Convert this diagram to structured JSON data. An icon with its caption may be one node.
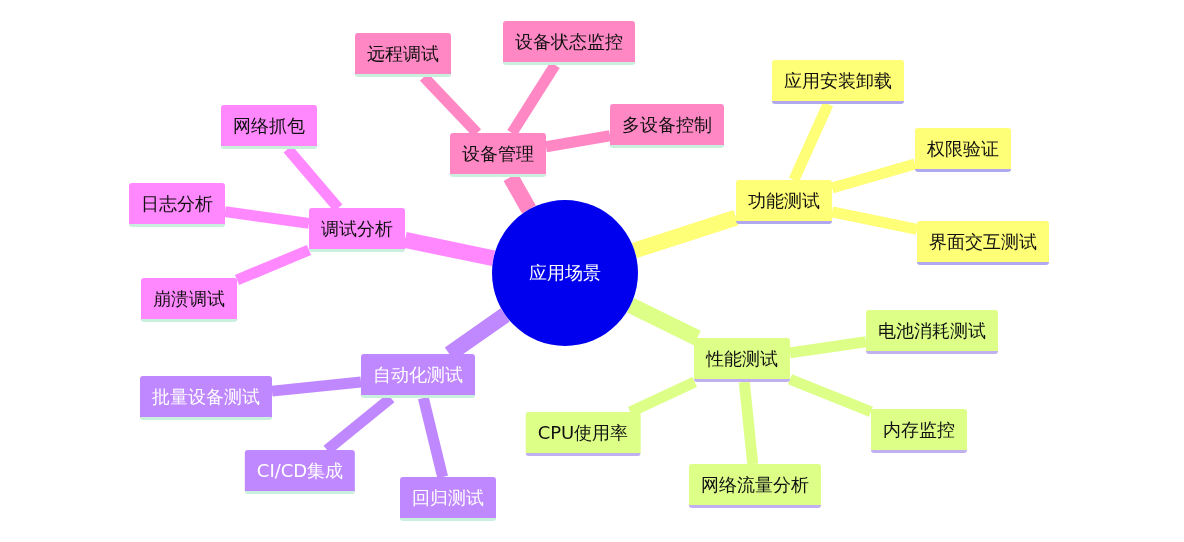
{
  "diagram": {
    "nodes": [
      {
        "text": [
          "应用场景"
        ]
      },
      {
        "text": [
          "设备管理"
        ]
      },
      {
        "text": [
          "远程调试"
        ]
      },
      {
        "text": [
          "设备状态监控"
        ]
      },
      {
        "text": [
          "多设备控制"
        ]
      },
      {
        "text": [
          "功能测试"
        ]
      },
      {
        "text": [
          "应用安装卸载"
        ]
      },
      {
        "text": [
          "权限验证"
        ]
      },
      {
        "text": [
          "界面交互测试"
        ]
      },
      {
        "text": [
          "性能测试"
        ]
      },
      {
        "text": [
          "电池消耗测试"
        ]
      },
      {
        "text": [
          "内存监控"
        ]
      },
      {
        "text": [
          "网络流量分析"
        ]
      },
      {
        "text": [
          "CPU使用率"
        ]
      },
      {
        "text": [
          "自动化测试"
        ]
      },
      {
        "text": [
          "批量设备测试"
        ]
      },
      {
        "text": [
          "CI/CD集成"
        ]
      },
      {
        "text": [
          "回归测试"
        ]
      },
      {
        "text": [
          "调试分析"
        ]
      },
      {
        "text": [
          "网络抓包"
        ]
      },
      {
        "text": [
          "日志分析"
        ]
      },
      {
        "text": [
          "崩溃调试"
        ]
      }
    ],
    "edges": [
      {
        "from": 0,
        "to": 1,
        "arrow": "none",
        "color": "#ff88c4"
      },
      {
        "from": 0,
        "to": 5,
        "arrow": "none",
        "color": "#ffff77"
      },
      {
        "from": 0,
        "to": 9,
        "arrow": "none",
        "color": "#ddff88"
      },
      {
        "from": 0,
        "to": 14,
        "arrow": "none",
        "color": "#c088ff"
      },
      {
        "from": 0,
        "to": 18,
        "arrow": "none",
        "color": "#ff88ff"
      },
      {
        "from": 1,
        "to": 2,
        "arrow": "none",
        "color": "#ff88c4"
      },
      {
        "from": 1,
        "to": 3,
        "arrow": "none",
        "color": "#ff88c4"
      },
      {
        "from": 1,
        "to": 4,
        "arrow": "none",
        "color": "#ff88c4"
      },
      {
        "from": 5,
        "to": 6,
        "arrow": "none",
        "color": "#ffff77"
      },
      {
        "from": 5,
        "to": 7,
        "arrow": "none",
        "color": "#ffff77"
      },
      {
        "from": 5,
        "to": 8,
        "arrow": "none",
        "color": "#ffff77"
      },
      {
        "from": 9,
        "to": 10,
        "arrow": "none",
        "color": "#ddff88"
      },
      {
        "from": 9,
        "to": 11,
        "arrow": "none",
        "color": "#ddff88"
      },
      {
        "from": 9,
        "to": 12,
        "arrow": "none",
        "color": "#ddff88"
      },
      {
        "from": 9,
        "to": 13,
        "arrow": "none",
        "color": "#ddff88"
      },
      {
        "from": 14,
        "to": 15,
        "arrow": "none",
        "color": "#c088ff"
      },
      {
        "from": 14,
        "to": 16,
        "arrow": "none",
        "color": "#c088ff"
      },
      {
        "from": 14,
        "to": 17,
        "arrow": "none",
        "color": "#c088ff"
      },
      {
        "from": 18,
        "to": 19,
        "arrow": "none",
        "color": "#ff88ff"
      },
      {
        "from": 18,
        "to": 20,
        "arrow": "none",
        "color": "#ff88ff"
      },
      {
        "from": 18,
        "to": 21,
        "arrow": "none",
        "color": "#ff88ff"
      }
    ]
  }
}
